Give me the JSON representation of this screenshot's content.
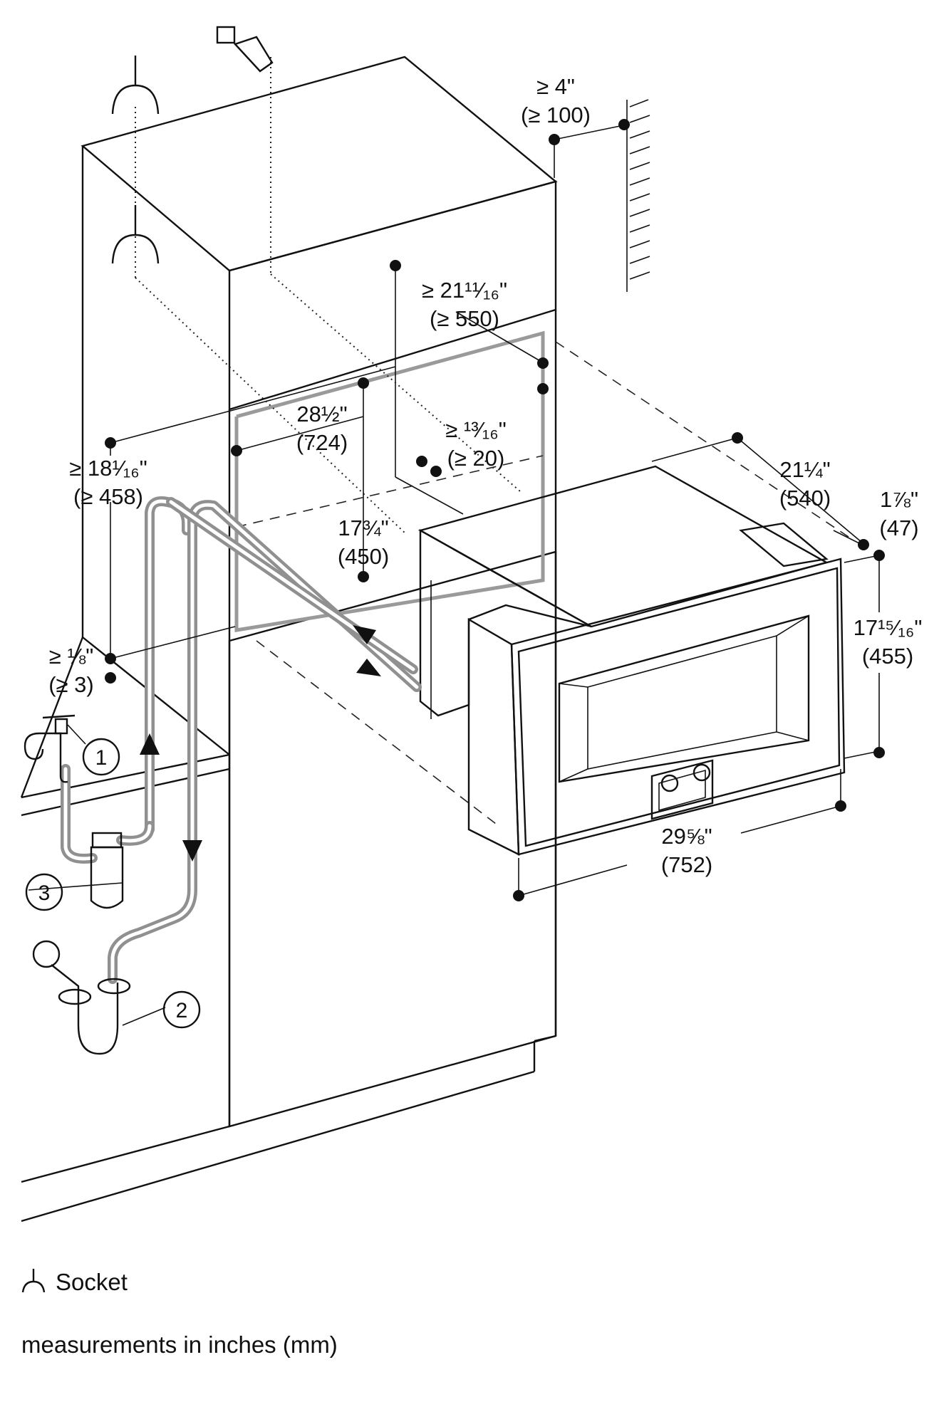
{
  "dimensions": {
    "clearance_top_wall": {
      "in": "≥ 4\"",
      "mm": "(≥ 100)"
    },
    "niche_depth": {
      "in": "≥ 21¹¹⁄₁₆\"",
      "mm": "(≥ 550)"
    },
    "niche_width": {
      "in": "28½\"",
      "mm": "(724)"
    },
    "side_gap": {
      "in": "≥ ¹³⁄₁₆\"",
      "mm": "(≥ 20)"
    },
    "niche_height": {
      "in": "17¾\"",
      "mm": "(450)"
    },
    "cabinet_offset": {
      "in": "≥ 18¹⁄₁₆\"",
      "mm": "(≥ 458)"
    },
    "bottom_gap": {
      "in": "≥ ⅛\"",
      "mm": "(≥ 3)"
    },
    "appliance_depth": {
      "in": "21¼\"",
      "mm": "(540)"
    },
    "front_thickness": {
      "in": "1⅞\"",
      "mm": "(47)"
    },
    "front_height": {
      "in": "17¹⁵⁄₁₆\"",
      "mm": "(455)"
    },
    "front_width": {
      "in": "29⅝\"",
      "mm": "(752)"
    }
  },
  "callouts": [
    {
      "number": "1",
      "target": "water-tap"
    },
    {
      "number": "2",
      "target": "drain-trap"
    },
    {
      "number": "3",
      "target": "water-filter"
    }
  ],
  "legend": {
    "socket_label": "Socket",
    "units_note": "measurements in inches (mm)"
  },
  "icons": {
    "socket": "socket-icon",
    "network": "network-jack-icon",
    "tap": "water-tap-icon",
    "filter": "water-filter-icon",
    "trap": "drain-trap-icon"
  }
}
